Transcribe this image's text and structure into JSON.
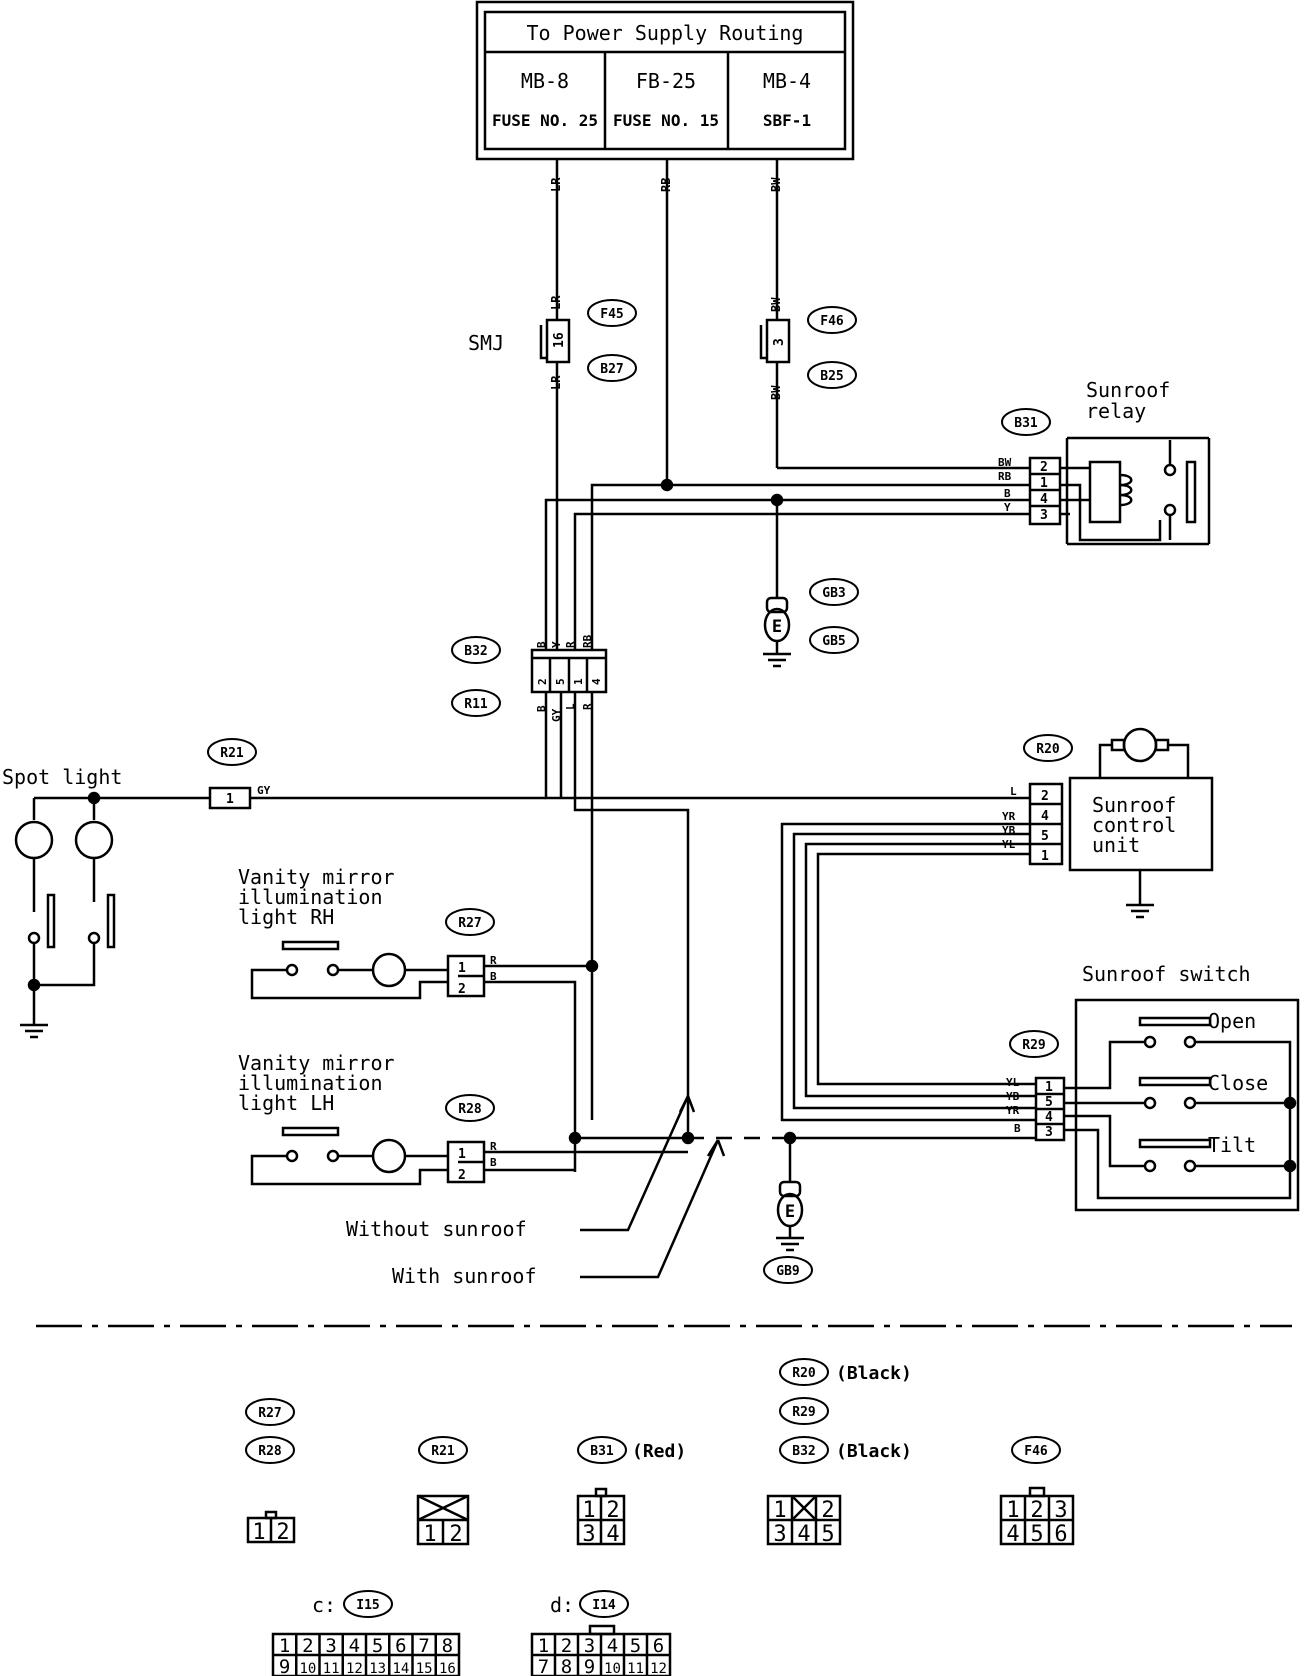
{
  "supply_box": {
    "title": "To Power Supply Routing",
    "cols": [
      {
        "top": "MB-8",
        "bottom": "FUSE NO. 25"
      },
      {
        "top": "FB-25",
        "bottom": "FUSE NO. 15"
      },
      {
        "top": "MB-4",
        "bottom": "SBF-1"
      }
    ]
  },
  "labels": {
    "smj": "SMJ",
    "spot_light": "Spot light",
    "sunroof_relay_1": "Sunroof",
    "sunroof_relay_2": "relay",
    "control_unit_1": "Sunroof",
    "control_unit_2": "control",
    "control_unit_3": "unit",
    "sunroof_switch": "Sunroof switch",
    "open": "Open",
    "close": "Close",
    "tilt": "Tilt",
    "vanity_rh_1": "Vanity mirror",
    "vanity_rh_2": "illumination",
    "vanity_rh_3": "light RH",
    "vanity_lh_1": "Vanity mirror",
    "vanity_lh_2": "illumination",
    "vanity_lh_3": "light LH",
    "without_sunroof": "Without sunroof",
    "with_sunroof": "With sunroof",
    "ground_e": "E"
  },
  "connectors": {
    "F45": "F45",
    "B27": "B27",
    "F46": "F46",
    "B25": "B25",
    "B31": "B31",
    "B32": "B32",
    "R11": "R11",
    "GB3": "GB3",
    "GB5": "GB5",
    "R21": "R21",
    "R20": "R20",
    "R27": "R27",
    "R28": "R28",
    "R29": "R29",
    "GB9": "GB9"
  },
  "wires": {
    "LR": "LR",
    "RB": "RB",
    "BW": "BW",
    "B": "B",
    "Y": "Y",
    "L": "L",
    "R": "R",
    "GY": "GY",
    "YR": "YR",
    "YB": "YB",
    "YL": "YL"
  },
  "pins": {
    "smj": "16",
    "f46": "3",
    "r21": "1",
    "one": "1",
    "two": "2",
    "three": "3",
    "four": "4",
    "five": "5"
  },
  "legend": {
    "r27": "R27",
    "r28": "R28",
    "r21": "R21",
    "b31": "B31",
    "b31_color": "(Red)",
    "r20": "R20",
    "r20_color": "(Black)",
    "r29": "R29",
    "b32": "B32",
    "b32_color": "(Black)",
    "f46": "F46",
    "c_label": "c:",
    "c_conn": "I15",
    "d_label": "d:",
    "d_conn": "I14",
    "grid_2": [
      "1",
      "2"
    ],
    "grid_r21": [
      "1",
      "2"
    ],
    "grid_b31": [
      "1",
      "2",
      "3",
      "4"
    ],
    "grid_b32": [
      "1",
      "2",
      "3",
      "4",
      "5"
    ],
    "grid_f46": [
      "1",
      "2",
      "3",
      "4",
      "5",
      "6"
    ],
    "grid_c": [
      "1",
      "2",
      "3",
      "4",
      "5",
      "6",
      "7",
      "8",
      "9",
      "10",
      "11",
      "12",
      "13",
      "14",
      "15",
      "16"
    ],
    "grid_d": [
      "1",
      "2",
      "3",
      "4",
      "5",
      "6",
      "7",
      "8",
      "9",
      "10",
      "11",
      "12"
    ]
  }
}
